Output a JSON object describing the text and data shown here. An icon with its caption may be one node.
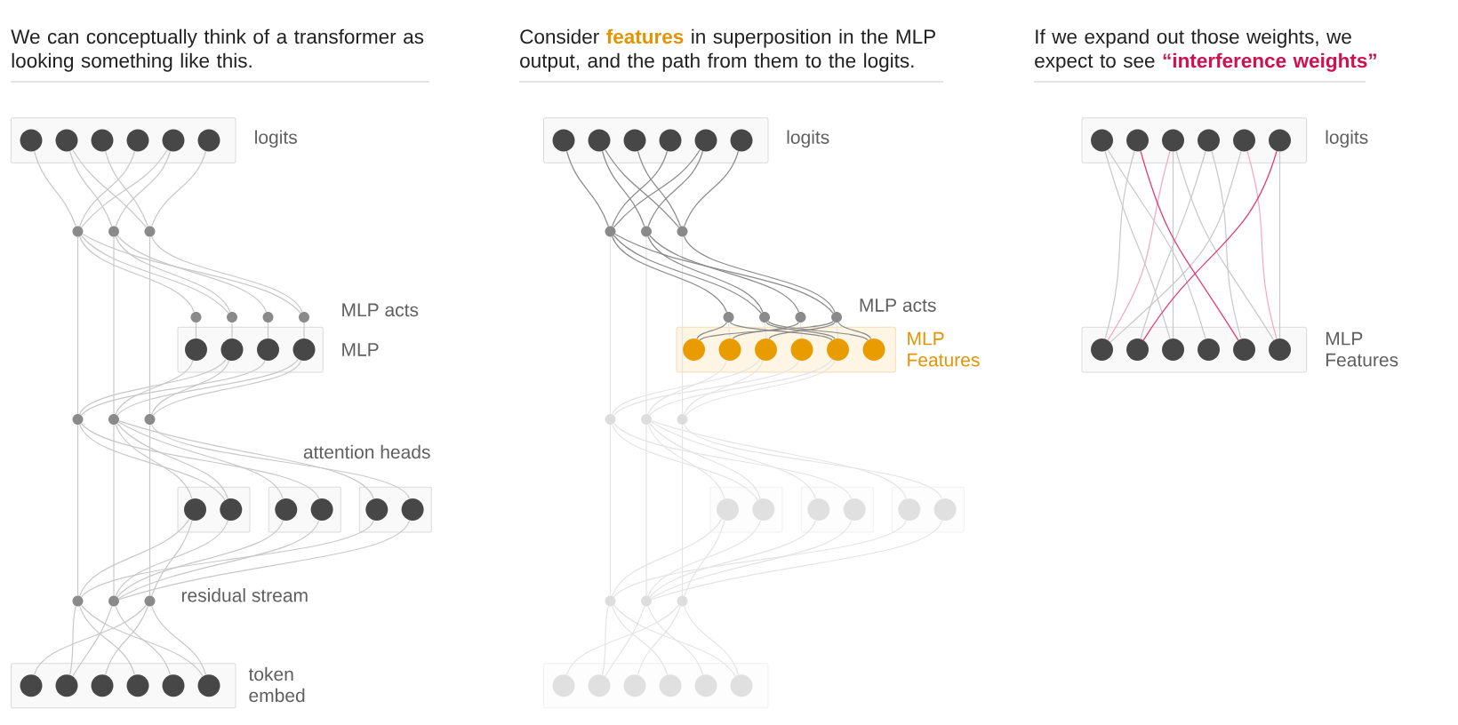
{
  "diagram": {
    "nodes": [
      {
        "text": [
          "logits"
        ]
      },
      {
        "text": [],
        "shape": "circle",
        "in": 0
      },
      {
        "text": [],
        "shape": "circle",
        "in": 0
      },
      {
        "text": [],
        "shape": "circle",
        "in": 0
      },
      {
        "text": [],
        "shape": "circle",
        "in": 0
      },
      {
        "text": [],
        "shape": "circle",
        "in": 0
      },
      {
        "text": [],
        "shape": "circle",
        "in": 0
      },
      {
        "text": [],
        "shape": "circle"
      },
      {
        "text": [],
        "shape": "circle"
      },
      {
        "text": [],
        "shape": "circle"
      },
      {
        "text": [],
        "shape": "circle"
      },
      {
        "text": [],
        "shape": "circle"
      },
      {
        "text": [],
        "shape": "circle"
      },
      {
        "text": [],
        "shape": "circle"
      },
      {
        "text": [
          "MLP"
        ]
      },
      {
        "text": [],
        "shape": "circle",
        "in": 14
      },
      {
        "text": [],
        "shape": "circle",
        "in": 14
      },
      {
        "text": [],
        "shape": "circle",
        "in": 14
      },
      {
        "text": [],
        "shape": "circle",
        "in": 14
      },
      {
        "text": [],
        "shape": "circle"
      },
      {
        "text": [],
        "shape": "circle"
      },
      {
        "text": [],
        "shape": "circle"
      },
      {
        "text": [],
        "shape": "box"
      },
      {
        "text": [],
        "shape": "circle",
        "in": 22
      },
      {
        "text": [],
        "shape": "circle",
        "in": 22
      },
      {
        "text": [],
        "shape": "box"
      },
      {
        "text": [],
        "shape": "circle",
        "in": 25
      },
      {
        "text": [],
        "shape": "circle",
        "in": 25
      },
      {
        "text": [],
        "shape": "box"
      },
      {
        "text": [],
        "shape": "circle",
        "in": 28
      },
      {
        "text": [],
        "shape": "circle",
        "in": 28
      },
      {
        "text": [],
        "shape": "circle"
      },
      {
        "text": [],
        "shape": "circle"
      },
      {
        "text": [],
        "shape": "circle"
      },
      {
        "text": [
          "token embed"
        ]
      },
      {
        "text": [],
        "shape": "circle",
        "in": 34
      },
      {
        "text": [],
        "shape": "circle",
        "in": 34
      },
      {
        "text": [],
        "shape": "circle",
        "in": 34
      },
      {
        "text": [],
        "shape": "circle",
        "in": 34
      },
      {
        "text": [],
        "shape": "circle",
        "in": 34
      },
      {
        "text": [],
        "shape": "circle",
        "in": 34
      },
      {
        "text": [
          "logits"
        ]
      },
      {
        "text": [],
        "shape": "circle",
        "in": 41
      },
      {
        "text": [],
        "shape": "circle",
        "in": 41
      },
      {
        "text": [],
        "shape": "circle",
        "in": 41
      },
      {
        "text": [],
        "shape": "circle",
        "in": 41
      },
      {
        "text": [],
        "shape": "circle",
        "in": 41
      },
      {
        "text": [],
        "shape": "circle",
        "in": 41
      },
      {
        "text": [],
        "shape": "circle"
      },
      {
        "text": [],
        "shape": "circle"
      },
      {
        "text": [],
        "shape": "circle"
      },
      {
        "text": [],
        "shape": "circle"
      },
      {
        "text": [],
        "shape": "circle"
      },
      {
        "text": [],
        "shape": "circle"
      },
      {
        "text": [],
        "shape": "circle"
      },
      {
        "text": [
          "MLP Features"
        ]
      },
      {
        "text": [],
        "shape": "circle",
        "in": 55
      },
      {
        "text": [],
        "shape": "circle",
        "in": 55
      },
      {
        "text": [],
        "shape": "circle",
        "in": 55
      },
      {
        "text": [],
        "shape": "circle",
        "in": 55
      },
      {
        "text": [],
        "shape": "circle",
        "in": 55
      },
      {
        "text": [],
        "shape": "circle",
        "in": 55
      },
      {
        "text": [],
        "shape": "circle"
      },
      {
        "text": [],
        "shape": "circle"
      },
      {
        "text": [],
        "shape": "circle"
      },
      {
        "text": [],
        "shape": "box"
      },
      {
        "text": [],
        "shape": "circle",
        "in": 65
      },
      {
        "text": [],
        "shape": "circle",
        "in": 65
      },
      {
        "text": [],
        "shape": "box"
      },
      {
        "text": [],
        "shape": "circle",
        "in": 68
      },
      {
        "text": [],
        "shape": "circle",
        "in": 68
      },
      {
        "text": [],
        "shape": "box"
      },
      {
        "text": [],
        "shape": "circle",
        "in": 71
      },
      {
        "text": [],
        "shape": "circle",
        "in": 71
      },
      {
        "text": [],
        "shape": "circle"
      },
      {
        "text": [],
        "shape": "circle"
      },
      {
        "text": [],
        "shape": "circle"
      },
      {
        "text": [],
        "shape": "box"
      },
      {
        "text": [],
        "shape": "circle",
        "in": 77
      },
      {
        "text": [],
        "shape": "circle",
        "in": 77
      },
      {
        "text": [],
        "shape": "circle",
        "in": 77
      },
      {
        "text": [],
        "shape": "circle",
        "in": 77
      },
      {
        "text": [],
        "shape": "circle",
        "in": 77
      },
      {
        "text": [],
        "shape": "circle",
        "in": 77
      },
      {
        "text": [
          "logits"
        ]
      },
      {
        "text": [],
        "shape": "circle",
        "in": 84
      },
      {
        "text": [],
        "shape": "circle",
        "in": 84
      },
      {
        "text": [],
        "shape": "circle",
        "in": 84
      },
      {
        "text": [],
        "shape": "circle",
        "in": 84
      },
      {
        "text": [],
        "shape": "circle",
        "in": 84
      },
      {
        "text": [],
        "shape": "circle",
        "in": 84
      },
      {
        "text": [
          "MLP Features"
        ]
      },
      {
        "text": [],
        "shape": "circle",
        "in": 91
      },
      {
        "text": [],
        "shape": "circle",
        "in": 91
      },
      {
        "text": [],
        "shape": "circle",
        "in": 91
      },
      {
        "text": [],
        "shape": "circle",
        "in": 91
      },
      {
        "text": [],
        "shape": "circle",
        "in": 91
      },
      {
        "text": [],
        "shape": "circle",
        "in": 91
      }
    ],
    "edges": [
      {
        "from": 1,
        "to": 7,
        "arrow": "none"
      },
      {
        "from": 2,
        "to": 8,
        "arrow": "none"
      },
      {
        "from": 2,
        "to": 9,
        "arrow": "none"
      },
      {
        "from": 3,
        "to": 9,
        "arrow": "none"
      },
      {
        "from": 4,
        "to": 7,
        "arrow": "none"
      },
      {
        "from": 5,
        "to": 7,
        "arrow": "none"
      },
      {
        "from": 5,
        "to": 8,
        "arrow": "none"
      },
      {
        "from": 6,
        "to": 9,
        "arrow": "none"
      },
      {
        "from": 7,
        "to": 10,
        "arrow": "none"
      },
      {
        "from": 7,
        "to": 11,
        "arrow": "none"
      },
      {
        "from": 7,
        "to": 13,
        "arrow": "none"
      },
      {
        "from": 8,
        "to": 11,
        "arrow": "none"
      },
      {
        "from": 8,
        "to": 12,
        "arrow": "none"
      },
      {
        "from": 9,
        "to": 13,
        "arrow": "none"
      },
      {
        "from": 10,
        "to": 15,
        "arrow": "none"
      },
      {
        "from": 11,
        "to": 16,
        "arrow": "none"
      },
      {
        "from": 12,
        "to": 17,
        "arrow": "none"
      },
      {
        "from": 13,
        "to": 18,
        "arrow": "none"
      },
      {
        "from": 15,
        "to": 20,
        "arrow": "none"
      },
      {
        "from": 16,
        "to": 19,
        "arrow": "none"
      },
      {
        "from": 16,
        "to": 21,
        "arrow": "none"
      },
      {
        "from": 17,
        "to": 19,
        "arrow": "none"
      },
      {
        "from": 18,
        "to": 20,
        "arrow": "none"
      },
      {
        "from": 18,
        "to": 21,
        "arrow": "none"
      },
      {
        "from": 7,
        "to": 19,
        "arrow": "none"
      },
      {
        "from": 8,
        "to": 20,
        "arrow": "none"
      },
      {
        "from": 9,
        "to": 21,
        "arrow": "none"
      },
      {
        "from": 19,
        "to": 24,
        "arrow": "none"
      },
      {
        "from": 19,
        "to": 27,
        "arrow": "none"
      },
      {
        "from": 20,
        "to": 23,
        "arrow": "none"
      },
      {
        "from": 20,
        "to": 24,
        "arrow": "none"
      },
      {
        "from": 20,
        "to": 26,
        "arrow": "none"
      },
      {
        "from": 20,
        "to": 29,
        "arrow": "none"
      },
      {
        "from": 21,
        "to": 30,
        "arrow": "none"
      },
      {
        "from": 23,
        "to": 31,
        "arrow": "none"
      },
      {
        "from": 23,
        "to": 33,
        "arrow": "none"
      },
      {
        "from": 24,
        "to": 32,
        "arrow": "none"
      },
      {
        "from": 26,
        "to": 32,
        "arrow": "none"
      },
      {
        "from": 27,
        "to": 32,
        "arrow": "none"
      },
      {
        "from": 29,
        "to": 31,
        "arrow": "none"
      },
      {
        "from": 30,
        "to": 32,
        "arrow": "none"
      },
      {
        "from": 19,
        "to": 31,
        "arrow": "none"
      },
      {
        "from": 20,
        "to": 32,
        "arrow": "none"
      },
      {
        "from": 21,
        "to": 33,
        "arrow": "none"
      },
      {
        "from": 31,
        "to": 36,
        "arrow": "none"
      },
      {
        "from": 31,
        "to": 38,
        "arrow": "none"
      },
      {
        "from": 31,
        "to": 40,
        "arrow": "none"
      },
      {
        "from": 32,
        "to": 36,
        "arrow": "none"
      },
      {
        "from": 32,
        "to": 39,
        "arrow": "none"
      },
      {
        "from": 33,
        "to": 35,
        "arrow": "none"
      },
      {
        "from": 33,
        "to": 37,
        "arrow": "none"
      },
      {
        "from": 33,
        "to": 40,
        "arrow": "none"
      },
      {
        "from": 42,
        "to": 48,
        "arrow": "none",
        "color": "#8a8a8a"
      },
      {
        "from": 43,
        "to": 49,
        "arrow": "none",
        "color": "#8a8a8a"
      },
      {
        "from": 43,
        "to": 50,
        "arrow": "none",
        "color": "#8a8a8a"
      },
      {
        "from": 44,
        "to": 50,
        "arrow": "none",
        "color": "#8a8a8a"
      },
      {
        "from": 45,
        "to": 48,
        "arrow": "none",
        "color": "#8a8a8a"
      },
      {
        "from": 46,
        "to": 48,
        "arrow": "none",
        "color": "#8a8a8a"
      },
      {
        "from": 46,
        "to": 49,
        "arrow": "none",
        "color": "#8a8a8a"
      },
      {
        "from": 47,
        "to": 50,
        "arrow": "none",
        "color": "#8a8a8a"
      },
      {
        "from": 48,
        "to": 51,
        "arrow": "none",
        "color": "#8a8a8a"
      },
      {
        "from": 48,
        "to": 52,
        "arrow": "none",
        "color": "#8a8a8a"
      },
      {
        "from": 48,
        "to": 54,
        "arrow": "none",
        "color": "#8a8a8a"
      },
      {
        "from": 49,
        "to": 52,
        "arrow": "none",
        "color": "#8a8a8a"
      },
      {
        "from": 49,
        "to": 53,
        "arrow": "none",
        "color": "#8a8a8a"
      },
      {
        "from": 50,
        "to": 54,
        "arrow": "none",
        "color": "#8a8a8a"
      },
      {
        "from": 51,
        "to": 56,
        "arrow": "none",
        "color": "#8a8a8a"
      },
      {
        "from": 51,
        "to": 60,
        "arrow": "none",
        "color": "#8a8a8a"
      },
      {
        "from": 52,
        "to": 60,
        "arrow": "none",
        "color": "#8a8a8a"
      },
      {
        "from": 52,
        "to": 61,
        "arrow": "none",
        "color": "#8a8a8a"
      },
      {
        "from": 53,
        "to": 57,
        "arrow": "none",
        "color": "#8a8a8a"
      },
      {
        "from": 54,
        "to": 56,
        "arrow": "none",
        "color": "#8a8a8a"
      },
      {
        "from": 54,
        "to": 58,
        "arrow": "none",
        "color": "#8a8a8a"
      },
      {
        "from": 54,
        "to": 61,
        "arrow": "none",
        "color": "#8a8a8a"
      },
      {
        "from": 51,
        "to": 57,
        "arrow": "none",
        "color": "#e4e4e4"
      },
      {
        "from": 52,
        "to": 58,
        "arrow": "none",
        "color": "#e4e4e4"
      },
      {
        "from": 53,
        "to": 59,
        "arrow": "none",
        "color": "#e4e4e4"
      },
      {
        "from": 54,
        "to": 60,
        "arrow": "none",
        "color": "#e4e4e4"
      },
      {
        "from": 57,
        "to": 63,
        "arrow": "none",
        "color": "#e4e4e4"
      },
      {
        "from": 58,
        "to": 62,
        "arrow": "none",
        "color": "#e4e4e4"
      },
      {
        "from": 58,
        "to": 64,
        "arrow": "none",
        "color": "#e4e4e4"
      },
      {
        "from": 59,
        "to": 62,
        "arrow": "none",
        "color": "#e4e4e4"
      },
      {
        "from": 60,
        "to": 63,
        "arrow": "none",
        "color": "#e4e4e4"
      },
      {
        "from": 60,
        "to": 64,
        "arrow": "none",
        "color": "#e4e4e4"
      },
      {
        "from": 48,
        "to": 62,
        "arrow": "none",
        "color": "#e4e4e4"
      },
      {
        "from": 49,
        "to": 63,
        "arrow": "none",
        "color": "#e4e4e4"
      },
      {
        "from": 50,
        "to": 64,
        "arrow": "none",
        "color": "#e4e4e4"
      },
      {
        "from": 62,
        "to": 67,
        "arrow": "none",
        "color": "#e4e4e4"
      },
      {
        "from": 62,
        "to": 70,
        "arrow": "none",
        "color": "#e4e4e4"
      },
      {
        "from": 63,
        "to": 66,
        "arrow": "none",
        "color": "#e4e4e4"
      },
      {
        "from": 63,
        "to": 67,
        "arrow": "none",
        "color": "#e4e4e4"
      },
      {
        "from": 63,
        "to": 69,
        "arrow": "none",
        "color": "#e4e4e4"
      },
      {
        "from": 63,
        "to": 72,
        "arrow": "none",
        "color": "#e4e4e4"
      },
      {
        "from": 64,
        "to": 73,
        "arrow": "none",
        "color": "#e4e4e4"
      },
      {
        "from": 66,
        "to": 74,
        "arrow": "none",
        "color": "#e4e4e4"
      },
      {
        "from": 66,
        "to": 76,
        "arrow": "none",
        "color": "#e4e4e4"
      },
      {
        "from": 67,
        "to": 75,
        "arrow": "none",
        "color": "#e4e4e4"
      },
      {
        "from": 69,
        "to": 75,
        "arrow": "none",
        "color": "#e4e4e4"
      },
      {
        "from": 70,
        "to": 75,
        "arrow": "none",
        "color": "#e4e4e4"
      },
      {
        "from": 72,
        "to": 74,
        "arrow": "none",
        "color": "#e4e4e4"
      },
      {
        "from": 73,
        "to": 75,
        "arrow": "none",
        "color": "#e4e4e4"
      },
      {
        "from": 62,
        "to": 74,
        "arrow": "none",
        "color": "#e4e4e4"
      },
      {
        "from": 63,
        "to": 75,
        "arrow": "none",
        "color": "#e4e4e4"
      },
      {
        "from": 64,
        "to": 76,
        "arrow": "none",
        "color": "#e4e4e4"
      },
      {
        "from": 74,
        "to": 79,
        "arrow": "none",
        "color": "#e4e4e4"
      },
      {
        "from": 74,
        "to": 81,
        "arrow": "none",
        "color": "#e4e4e4"
      },
      {
        "from": 74,
        "to": 83,
        "arrow": "none",
        "color": "#e4e4e4"
      },
      {
        "from": 75,
        "to": 79,
        "arrow": "none",
        "color": "#e4e4e4"
      },
      {
        "from": 75,
        "to": 82,
        "arrow": "none",
        "color": "#e4e4e4"
      },
      {
        "from": 76,
        "to": 78,
        "arrow": "none",
        "color": "#e4e4e4"
      },
      {
        "from": 76,
        "to": 80,
        "arrow": "none",
        "color": "#e4e4e4"
      },
      {
        "from": 76,
        "to": 83,
        "arrow": "none",
        "color": "#e4e4e4"
      },
      {
        "from": 85,
        "to": 94,
        "arrow": "none"
      },
      {
        "from": 85,
        "to": 95,
        "arrow": "none"
      },
      {
        "from": 86,
        "to": 92,
        "arrow": "none"
      },
      {
        "from": 86,
        "to": 96,
        "arrow": "none",
        "color": "#e8336e"
      },
      {
        "from": 87,
        "to": 92,
        "arrow": "none",
        "color": "#f5a6c1"
      },
      {
        "from": 87,
        "to": 94,
        "arrow": "none"
      },
      {
        "from": 87,
        "to": 97,
        "arrow": "none"
      },
      {
        "from": 88,
        "to": 93,
        "arrow": "none"
      },
      {
        "from": 88,
        "to": 96,
        "arrow": "none"
      },
      {
        "from": 89,
        "to": 92,
        "arrow": "none"
      },
      {
        "from": 89,
        "to": 97,
        "arrow": "none",
        "color": "#f5a6c1"
      },
      {
        "from": 90,
        "to": 93,
        "arrow": "none",
        "color": "#e8336e"
      },
      {
        "from": 90,
        "to": 97,
        "arrow": "none"
      }
    ],
    "labels": [
      "We can conceptually think of a transformer as looking something like this.",
      "Consider **features** in superposition in the MLP output, and the path from them to the logits.",
      "If we expand out those weights, we expect to see **“interference weights”**",
      "MLP acts",
      "MLP acts",
      "attention heads",
      "residual stream"
    ]
  }
}
